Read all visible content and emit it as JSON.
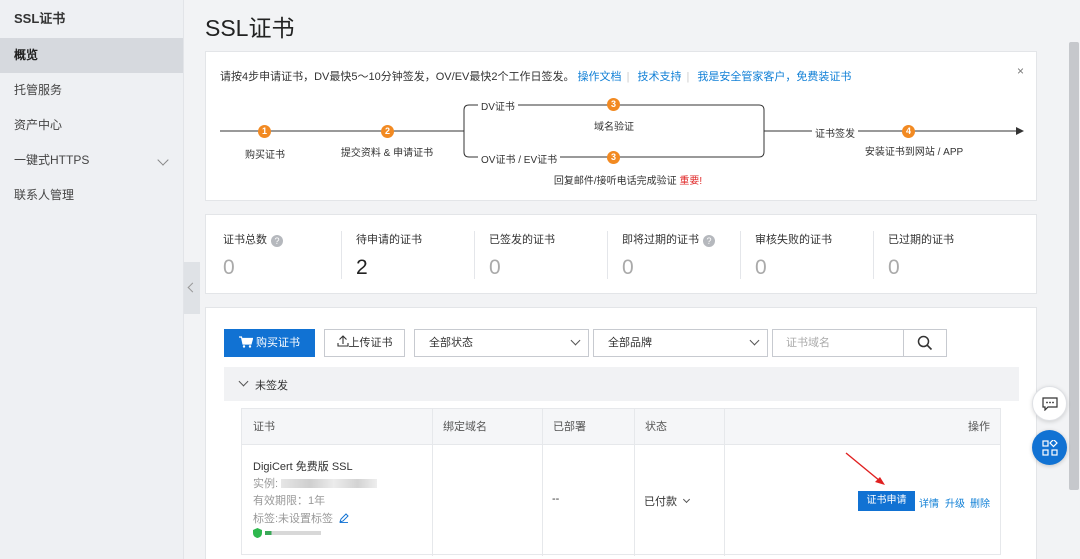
{
  "sidebar": {
    "title": "SSL证书",
    "items": [
      {
        "label": "概览"
      },
      {
        "label": "托管服务"
      },
      {
        "label": "资产中心"
      },
      {
        "label": "一键式HTTPS"
      },
      {
        "label": "联系人管理"
      }
    ]
  },
  "page": {
    "title": "SSL证书"
  },
  "guide": {
    "intro": "请按4步申请证书，DV最快5～10分钟签发，OV/EV最快2个工作日签发。",
    "links": [
      "操作文档",
      "技术支持",
      "我是安全管家客户，免费装证书"
    ],
    "close": "×",
    "steps": {
      "s1": {
        "num": "1",
        "label": "购买证书"
      },
      "s2": {
        "num": "2",
        "label": "提交资料 & 申请证书"
      },
      "dv_label": "DV证书",
      "s3_dv": {
        "num": "3",
        "label": "域名验证"
      },
      "ov_label": "OV证书 / EV证书",
      "s3_ov": {
        "num": "3",
        "label": "回复邮件/接听电话完成验证",
        "important": "重要!"
      },
      "sign_label": "证书签发",
      "s4": {
        "num": "4",
        "label": "安装证书到网站 / APP"
      }
    }
  },
  "stats": [
    {
      "label": "证书总数",
      "value": "0",
      "help": true
    },
    {
      "label": "待申请的证书",
      "value": "2",
      "help": false
    },
    {
      "label": "已签发的证书",
      "value": "0",
      "help": false
    },
    {
      "label": "即将过期的证书",
      "value": "0",
      "help": true
    },
    {
      "label": "审核失败的证书",
      "value": "0",
      "help": false
    },
    {
      "label": "已过期的证书",
      "value": "0",
      "help": false
    }
  ],
  "toolbar": {
    "buy_label": "购买证书",
    "upload_label": "上传证书",
    "status_select": "全部状态",
    "brand_select": "全部品牌",
    "search_placeholder": "证书域名"
  },
  "group": {
    "label": "未签发"
  },
  "table": {
    "headers": [
      "证书",
      "绑定域名",
      "已部署",
      "状态",
      "操作"
    ],
    "row": {
      "cert_name": "DigiCert 免费版 SSL",
      "instance_label": "实例:",
      "validity": "有效期限：1年",
      "tag": "标签:未设置标签",
      "domain": "",
      "deployed": "--",
      "status": "已付款",
      "actions": {
        "apply": "证书申请",
        "detail": "详情",
        "upgrade": "升级",
        "delete": "删除"
      }
    }
  },
  "colors": {
    "accent": "#1172d3",
    "step": "#f28a22",
    "important": "#e02b2b"
  },
  "icons": [
    "cart-icon",
    "upload-icon",
    "search-icon",
    "edit-icon",
    "shield-icon",
    "chat-icon",
    "apps-icon",
    "arrow-icon"
  ]
}
